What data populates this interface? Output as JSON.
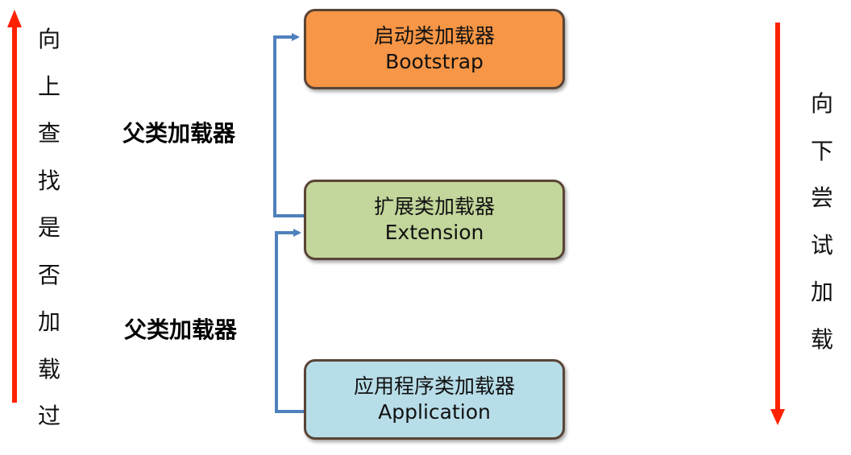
{
  "left_direction": {
    "text": [
      "向",
      "上",
      "查",
      "找",
      "是",
      "否",
      "加",
      "载",
      "过"
    ],
    "arrow_color": "#ff2200",
    "arrow_direction": "up"
  },
  "right_direction": {
    "text": [
      "向",
      "下",
      "尝",
      "试",
      "加",
      "载"
    ],
    "arrow_color": "#ff2200",
    "arrow_direction": "down"
  },
  "boxes": {
    "bootstrap": {
      "cn": "启动类加载器",
      "en": "Bootstrap",
      "color": "#f79646"
    },
    "extension": {
      "cn": "扩展类加载器",
      "en": "Extension",
      "color": "#c3d69b"
    },
    "application": {
      "cn": "应用程序类加载器",
      "en": "Application",
      "color": "#b7dde8"
    }
  },
  "parent_labels": [
    "父类加载器",
    "父类加载器"
  ],
  "connector_color": "#4f81bd"
}
